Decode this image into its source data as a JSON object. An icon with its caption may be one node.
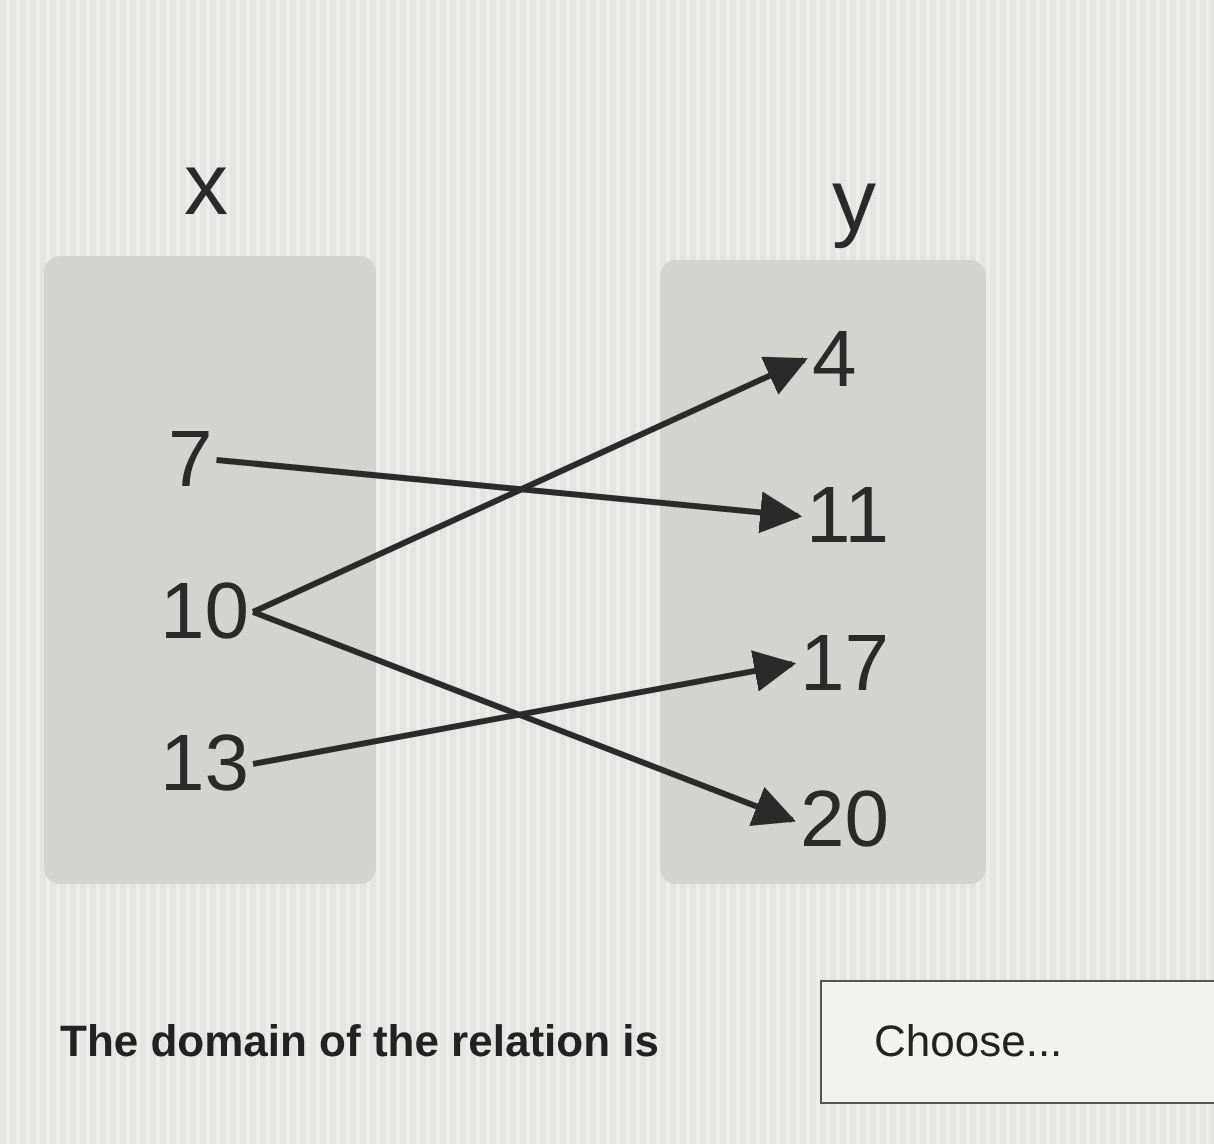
{
  "diagram": {
    "nodes": [
      {
        "text": [
          "x"
        ]
      },
      {
        "text": [
          "7"
        ],
        "in": 0
      },
      {
        "text": [
          "10"
        ],
        "in": 0
      },
      {
        "text": [
          "13"
        ],
        "in": 0
      },
      {
        "text": [
          "y"
        ]
      },
      {
        "text": [
          "4"
        ],
        "in": 4
      },
      {
        "text": [
          "11"
        ],
        "in": 4
      },
      {
        "text": [
          "17"
        ],
        "in": 4
      },
      {
        "text": [
          "20"
        ],
        "in": 4
      }
    ],
    "edges": [
      {
        "from": 1,
        "to": 6,
        "arrow": "to"
      },
      {
        "from": 2,
        "to": 5,
        "arrow": "to"
      },
      {
        "from": 2,
        "to": 8,
        "arrow": "to"
      },
      {
        "from": 3,
        "to": 7,
        "arrow": "to"
      }
    ],
    "labels": [
      "The domain of the relation is",
      "Choose..."
    ]
  }
}
